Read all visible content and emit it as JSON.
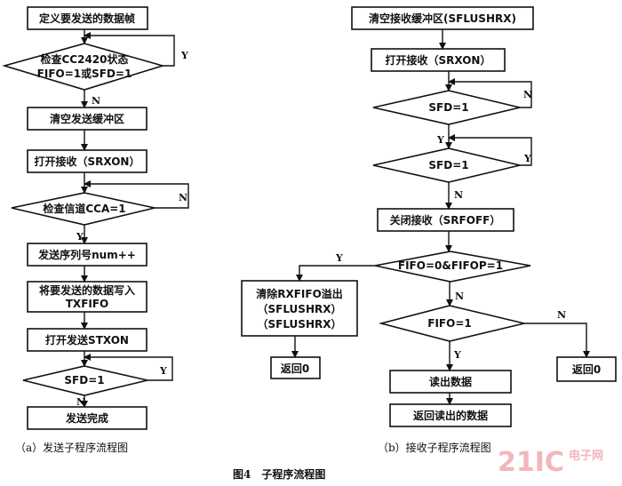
{
  "left": {
    "define_frame": "定义要发送的数据帧",
    "check_status_1": "检查CC2420状态",
    "check_status_2": "FIFO=1或SFD=1",
    "clear_tx_buffer": "清空发送缓冲区",
    "open_rx": "打开接收（SRXON）",
    "check_cca": "检查信道CCA=1",
    "seq_num": "发送序列号num++",
    "write_tx_1": "将要发送的数据写入",
    "write_tx_2": "TXFIFO",
    "open_tx": "打开发送STXON",
    "sfd": "SFD=1",
    "tx_done": "发送完成",
    "caption": "（a）发送子程序流程图"
  },
  "right": {
    "flush_rx": "清空接收缓冲区(SFLUSHRX)",
    "open_rx": "打开接收（SRXON）",
    "sfd_1": "SFD=1",
    "sfd_2": "SFD=1",
    "close_rx": "关闭接收（SRFOFF）",
    "fifo_cond": "FIFO=0&FIFOP=1",
    "clear_overflow_1": "清除RXFIFO溢出",
    "clear_overflow_2": "（SFLUSHRX）",
    "clear_overflow_3": "（SFLUSHRX）",
    "return_0_a": "返回0",
    "fifo_1": "FIFO=1",
    "return_0_b": "返回0",
    "read_data": "读出数据",
    "return_data": "返回读出的数据",
    "caption": "（b）接收子程序流程图"
  },
  "labels": {
    "y": "Y",
    "n": "N"
  },
  "figure_title": "图4　子程序流程图",
  "watermark": {
    "logo": "21IC",
    "text": "电子网"
  }
}
